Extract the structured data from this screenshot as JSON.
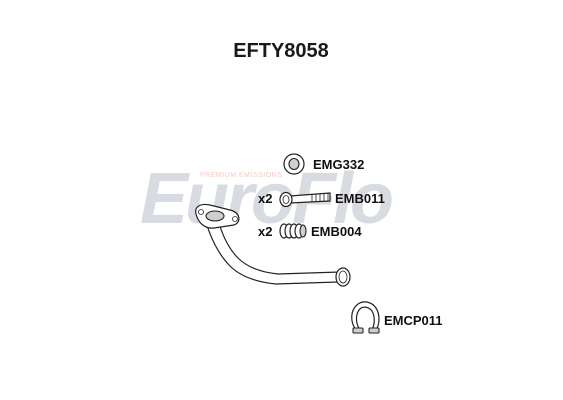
{
  "part_number": "EFTY8058",
  "watermark": {
    "brand": "EuroFlo",
    "tagline": "PREMIUM EMISSIONS",
    "colors": {
      "primary": "#d9dbe2",
      "accent": "#f4c9c4"
    }
  },
  "parts": [
    {
      "code": "EMG332",
      "qty": "",
      "icon": "gasket-icon"
    },
    {
      "code": "EMB011",
      "qty": "x2",
      "icon": "bolt-icon"
    },
    {
      "code": "EMB004",
      "qty": "x2",
      "icon": "spring-icon"
    },
    {
      "code": "EMCP011",
      "qty": "",
      "icon": "clamp-icon"
    }
  ],
  "main_component": {
    "icon": "front-pipe-icon"
  }
}
